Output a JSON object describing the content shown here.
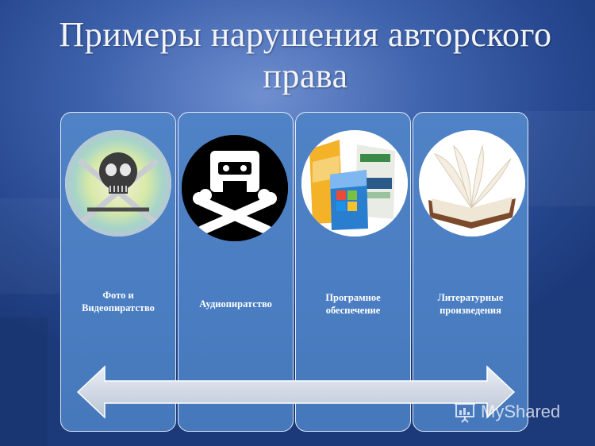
{
  "slide": {
    "title_line1": "Примеры нарушения авторского",
    "title_line2": "права"
  },
  "cards": [
    {
      "label_line1": "Фото и",
      "label_line2": "Видеопиратство",
      "icon": "skull-crossed-swords-icon"
    },
    {
      "label_line1": "Аудиопиратство",
      "label_line2": "",
      "icon": "cassette-crossbones-icon"
    },
    {
      "label_line1": "Програмное",
      "label_line2": "обеспечение",
      "icon": "software-boxes-icon"
    },
    {
      "label_line1": "Литературные",
      "label_line2": "произведения",
      "icon": "open-book-icon"
    }
  ],
  "watermark": {
    "text": "MyShared",
    "icon": "presentation-board-icon"
  },
  "colors": {
    "card": "#4a7dc1",
    "border": "#dfe8f5",
    "arrow": "#cdd6e2",
    "title": "#f2f4f8"
  }
}
